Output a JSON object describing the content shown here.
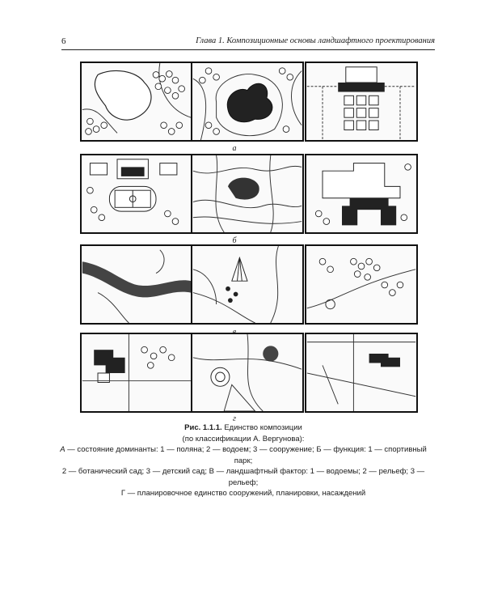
{
  "header": {
    "page_number": "6",
    "running_head": "Глава 1. Композиционные основы ландшафтного проектирования"
  },
  "figure": {
    "row_labels": [
      "а",
      "б",
      "в",
      "г"
    ],
    "caption": {
      "fig_number": "Рис. 1.1.1.",
      "title": "Единство композиции",
      "subtitle": "(по классификации А. Вергунова):",
      "line1_a": "А",
      "line1_rest": " — состояние доминанты: 1 — поляна; 2 — водоем; 3 — сооружение; Б — функция: 1 — спортивный парк;",
      "line2": "2 — ботанический сад; 3 — детский сад; В — ландшафтный фактор: 1 — водоемы; 2 — рельеф; 3 — рельеф;",
      "line3": "Г — планировочное единство сооружений, планировки, насаждений"
    }
  }
}
